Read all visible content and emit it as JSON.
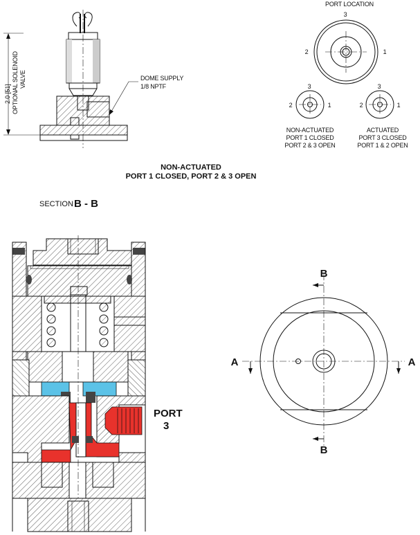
{
  "top": {
    "port_location_title": "PORT LOCATION",
    "dim_label": "2.0 [51]",
    "solenoid_label_1": "OPTIONAL SOLENOID",
    "solenoid_label_2": "VALVE",
    "dome_supply_1": "DOME SUPPLY",
    "dome_supply_2": "1/8 NPTF",
    "main_port_3": "3",
    "main_port_2": "2",
    "main_port_1": "1",
    "left_port_3": "3",
    "left_port_2": "2",
    "left_port_1": "1",
    "right_port_3": "3",
    "right_port_2": "2",
    "right_port_1": "1",
    "non_actuated_1": "NON-ACTUATED",
    "non_actuated_2": "PORT 1 CLOSED",
    "non_actuated_3": "PORT 2 & 3 OPEN",
    "actuated_1": "ACTUATED",
    "actuated_2": "PORT 3 CLOSED",
    "actuated_3": "PORT 1 & 2 OPEN",
    "caption_1": "NON-ACTUATED",
    "caption_2": "PORT 1 CLOSED, PORT 2 & 3 OPEN"
  },
  "section": {
    "prefix": "SECTION",
    "name": "B - B",
    "port_label_1": "PORT",
    "port_label_2": "3"
  },
  "plan": {
    "label_b_top": "B",
    "label_b_bottom": "B",
    "label_a_left": "A",
    "label_a_right": "A"
  },
  "colors": {
    "blue": "#5bc2e7",
    "red": "#e8322c",
    "line": "#111111"
  }
}
